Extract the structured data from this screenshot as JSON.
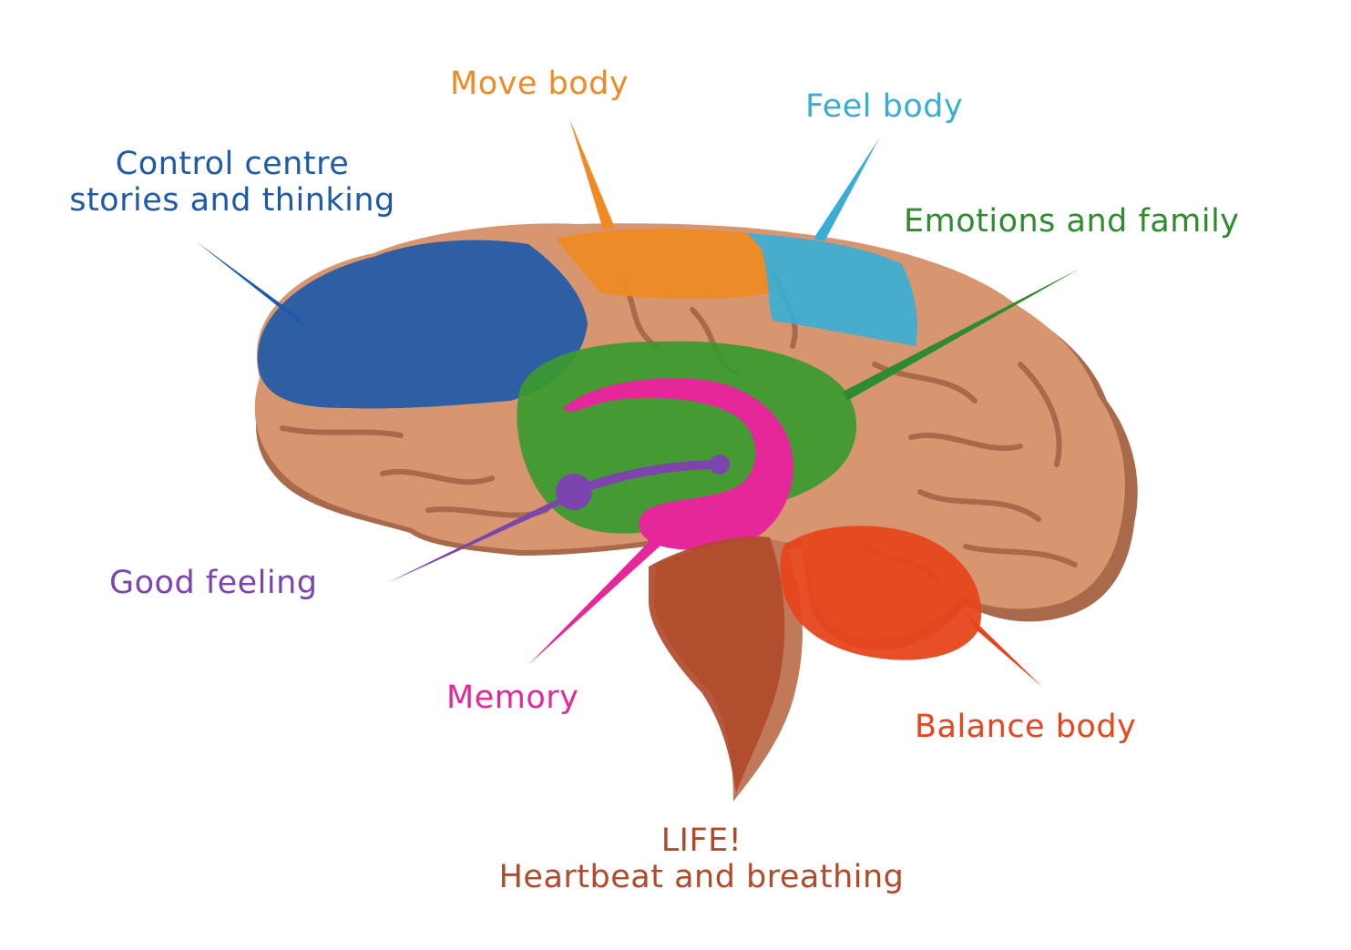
{
  "regions": {
    "control_centre": {
      "lines": [
        "Control centre",
        "stories and thinking"
      ],
      "color": "#1f5aa8"
    },
    "move_body": {
      "lines": [
        "Move body"
      ],
      "color": "#f08a24"
    },
    "feel_body": {
      "lines": [
        "Feel body"
      ],
      "color": "#38aed6"
    },
    "emotions_family": {
      "lines": [
        "Emotions and family"
      ],
      "color": "#2e8b2e"
    },
    "good_feeling": {
      "lines": [
        "Good feeling"
      ],
      "color": "#7b45ad"
    },
    "memory": {
      "lines": [
        "Memory"
      ],
      "color": "#e6279a"
    },
    "balance_body": {
      "lines": [
        "Balance body"
      ],
      "color": "#e6461c"
    },
    "life": {
      "lines": [
        "LIFE!",
        "Heartbeat and breathing"
      ],
      "color": "#b04a2a"
    }
  },
  "brain_color": "#d7966f",
  "brain_outline_color": "#a96a4c"
}
